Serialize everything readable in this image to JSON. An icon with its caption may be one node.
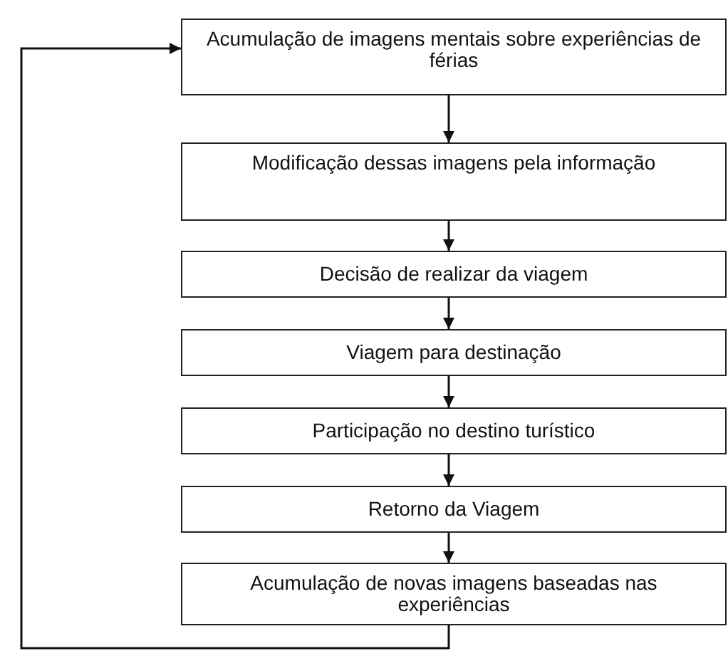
{
  "diagram": {
    "nodes": [
      {
        "text": [
          "Acumulação de imagens mentais sobre experiências de férias"
        ]
      },
      {
        "text": [
          "Modificação dessas imagens pela informação"
        ]
      },
      {
        "text": [
          "Decisão de realizar da viagem"
        ]
      },
      {
        "text": [
          "Viagem para destinação"
        ]
      },
      {
        "text": [
          "Participação no destino turístico"
        ]
      },
      {
        "text": [
          "Retorno da Viagem"
        ]
      },
      {
        "text": [
          "Acumulação de novas imagens baseadas nas experiências"
        ]
      }
    ],
    "edges": [
      {
        "from": 0,
        "to": 1,
        "arrow": "to"
      },
      {
        "from": 1,
        "to": 2,
        "arrow": "to"
      },
      {
        "from": 2,
        "to": 3,
        "arrow": "to"
      },
      {
        "from": 3,
        "to": 4,
        "arrow": "to"
      },
      {
        "from": 4,
        "to": 5,
        "arrow": "to"
      },
      {
        "from": 5,
        "to": 6,
        "arrow": "to"
      },
      {
        "from": 6,
        "to": 0,
        "arrow": "to"
      }
    ]
  }
}
